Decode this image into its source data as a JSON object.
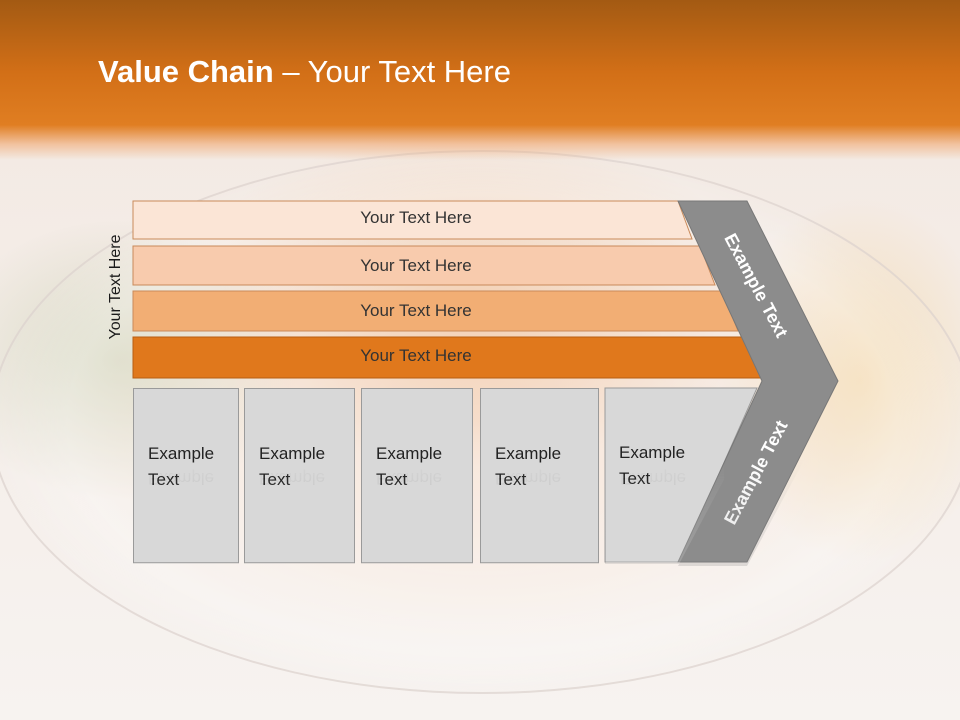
{
  "title": {
    "bold": "Value Chain",
    "rest": " – Your Text Here"
  },
  "side_label": "Your Text Here",
  "bars": [
    {
      "label": "Your Text Here",
      "color": "#fbe5d6"
    },
    {
      "label": "Your Text Here",
      "color": "#f8cbad"
    },
    {
      "label": "Your Text Here",
      "color": "#f2ae74"
    },
    {
      "label": "Your Text Here",
      "color": "#e0781c"
    }
  ],
  "boxes": [
    {
      "text": "Example Text"
    },
    {
      "text": "Example Text"
    },
    {
      "text": "Example Text"
    },
    {
      "text": "Example Text"
    },
    {
      "text": "Example Text"
    }
  ],
  "chevron": {
    "top_label": "Example Text",
    "bottom_label": "Example Text",
    "color": "#8c8c8c"
  },
  "colors": {
    "header": "#e07e22",
    "box_fill": "#d8d8d8"
  }
}
